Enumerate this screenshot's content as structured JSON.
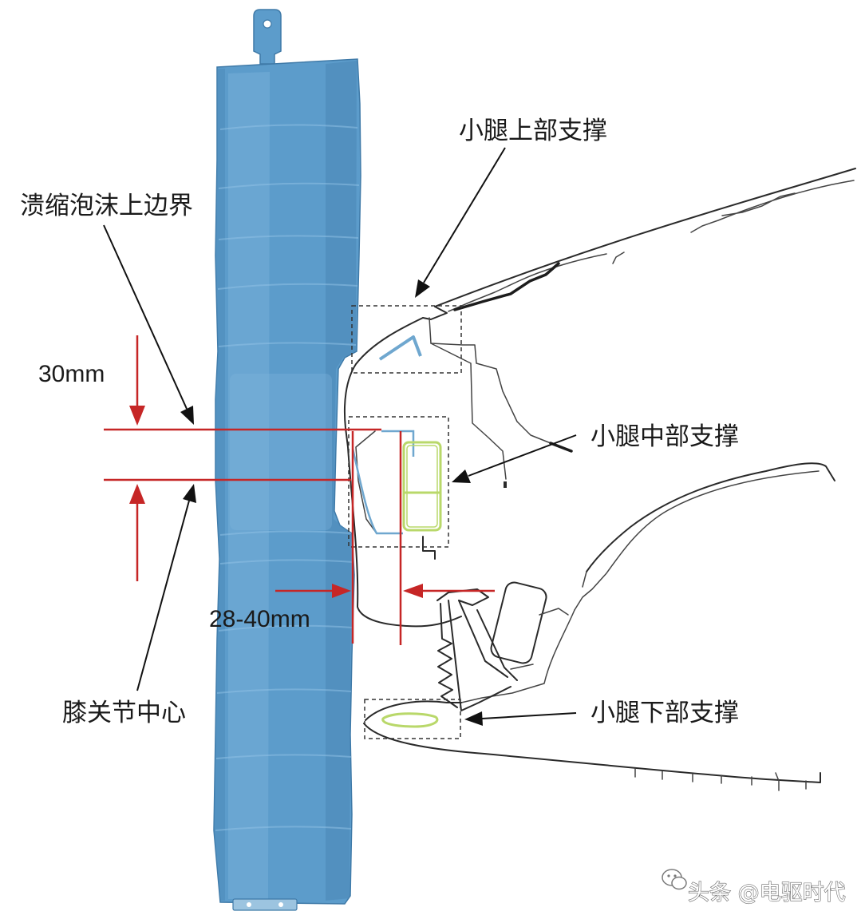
{
  "labels": {
    "upper_support": "小腿上部支撑",
    "foam_boundary": "溃缩泡沫上边界",
    "dim_30": "30mm",
    "middle_support": "小腿中部支撑",
    "dim_28_40": "28-40mm",
    "knee_center": "膝关节中心",
    "lower_support": "小腿下部支撑"
  },
  "watermark": {
    "text": "头条 @电驱时代",
    "icon": "chat-bubble-icon"
  },
  "colors": {
    "legform": "#5c9ccb",
    "legform_shadow": "#4a87b7",
    "legform_highlight": "#7db4dc",
    "dimension_red": "#c62626",
    "support_green": "#b9d86a",
    "support_blue": "#6fa7cf",
    "outline": "#2a2a2a"
  }
}
